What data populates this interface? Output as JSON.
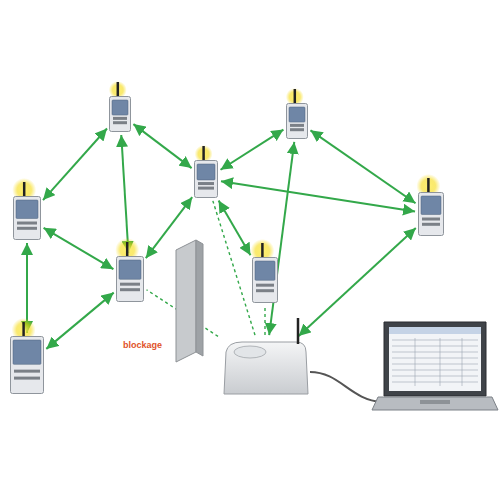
{
  "diagram": {
    "nodes": [
      {
        "text": []
      },
      {
        "text": []
      },
      {
        "text": []
      },
      {
        "text": []
      },
      {
        "text": []
      },
      {
        "text": []
      },
      {
        "text": []
      },
      {
        "text": []
      },
      {
        "text": []
      }
    ],
    "edges": [
      {
        "from": 0,
        "to": 3,
        "arrow": "both"
      },
      {
        "from": 0,
        "to": 2,
        "arrow": "both"
      },
      {
        "from": 0,
        "to": 5,
        "arrow": "both"
      },
      {
        "from": 2,
        "to": 1,
        "arrow": "both"
      },
      {
        "from": 1,
        "to": 4,
        "arrow": "both"
      },
      {
        "from": 1,
        "to": 8,
        "arrow": "both"
      },
      {
        "from": 2,
        "to": 4,
        "arrow": "both"
      },
      {
        "from": 3,
        "to": 5,
        "arrow": "both"
      },
      {
        "from": 3,
        "to": 7,
        "arrow": "both"
      },
      {
        "from": 7,
        "to": 5,
        "arrow": "both"
      },
      {
        "from": 2,
        "to": 5,
        "arrow": "both"
      },
      {
        "from": 2,
        "to": 6,
        "arrow": "both"
      },
      {
        "from": 4,
        "to": 8,
        "arrow": "both"
      },
      {
        "from": 8,
        "to": 5,
        "arrow": "none"
      },
      {
        "from": 8,
        "to": 6,
        "arrow": "none"
      },
      {
        "from": 8,
        "to": 2,
        "arrow": "none"
      }
    ],
    "labels": [
      "blockage"
    ]
  }
}
